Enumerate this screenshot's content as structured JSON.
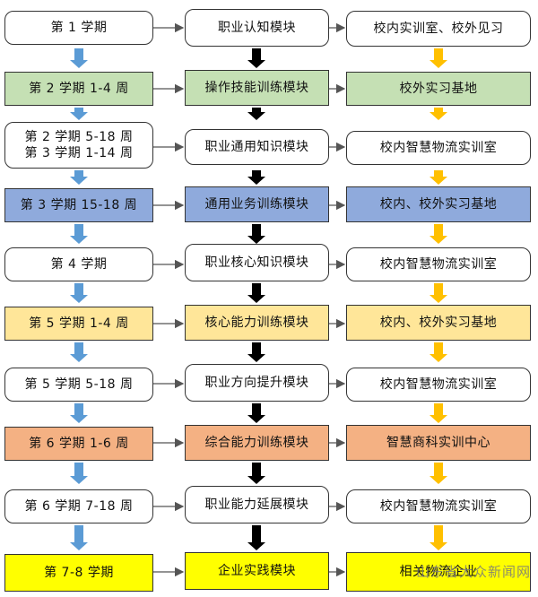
{
  "colors": {
    "white": "#ffffff",
    "green": "#c5e0b4",
    "blue": "#8faadc",
    "yellow_light": "#ffe699",
    "orange": "#f4b183",
    "yellow": "#ffff00",
    "arrow_blue": "#5b9bd5",
    "arrow_black": "#000000",
    "arrow_gold": "#ffc000"
  },
  "rows": [
    {
      "period": "第 1 学期",
      "module": "职业认知模块",
      "location": "校内实训室、校外见习",
      "color": "white"
    },
    {
      "period": "第 2 学期 1-4 周",
      "module": "操作技能训练模块",
      "location": "校外实习基地",
      "color": "green"
    },
    {
      "period_lines": [
        "第 2 学期 5-18 周",
        "第 3 学期 1-14 周"
      ],
      "module": "职业通用知识模块",
      "location": "校内智慧物流实训室",
      "color": "white"
    },
    {
      "period": "第 3 学期 15-18 周",
      "module": "通用业务训练模块",
      "location": "校内、校外实习基地",
      "color": "blue"
    },
    {
      "period": "第 4 学期",
      "module": "职业核心知识模块",
      "location": "校内智慧物流实训室",
      "color": "white"
    },
    {
      "period": "第 5 学期 1-4 周",
      "module": "核心能力训练模块",
      "location": "校内、校外实习基地",
      "color": "yellow_light"
    },
    {
      "period": "第 5 学期 5-18 周",
      "module": "职业方向提升模块",
      "location": "校内智慧物流实训室",
      "color": "white"
    },
    {
      "period": "第 6 学期 1-6 周",
      "module": "综合能力训练模块",
      "location": "智慧商科实训中心",
      "color": "orange"
    },
    {
      "period": "第 6 学期 7-18 周",
      "module": "职业能力延展模块",
      "location": "校内智慧物流实训室",
      "color": "white"
    },
    {
      "period": "第 7-8 学期",
      "module": "企业实践模块",
      "location": "相关物流企业",
      "color": "yellow"
    }
  ],
  "watermark": "山东省大众新闻网"
}
